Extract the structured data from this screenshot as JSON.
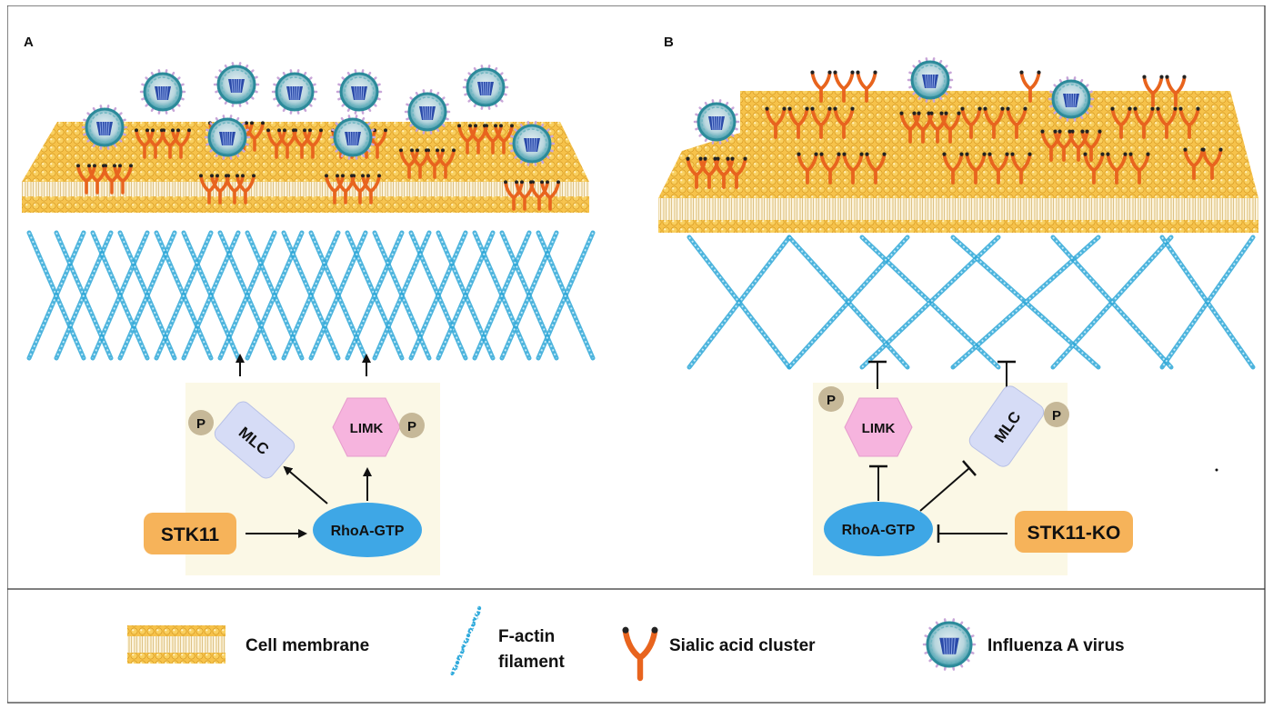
{
  "panels": {
    "a": {
      "label": "A",
      "nodes": {
        "mlc": "MLC",
        "limk": "LIMK",
        "rhoa": "RhoA-GTP",
        "stk11": "STK11",
        "p_mlc": "P",
        "p_limk": "P"
      }
    },
    "b": {
      "label": "B",
      "nodes": {
        "limk": "LIMK",
        "mlc": "MLC",
        "rhoa": "RhoA-GTP",
        "stk11_ko": "STK11-KO",
        "p_limk": "P",
        "p_mlc": "P"
      }
    }
  },
  "legend": {
    "cell_membrane": "Cell membrane",
    "factin_line1": "F-actin",
    "factin_line2": "filament",
    "sialic": "Sialic acid cluster",
    "virus": "Influenza A virus"
  },
  "colors": {
    "membrane": "#f2b630",
    "membrane_dark": "#d4921c",
    "actin": "#2fa8d8",
    "sialic": "#e8641e",
    "virus_outer": "#2b8a9a",
    "virus_core": "#2a4aa8",
    "pathway_bg": "#fbf8e6",
    "mlc_box": "#d6dcf6",
    "limk_box": "#f6b4de",
    "rhoa": "#3ea7e6",
    "stk11": "#f6b35a",
    "p_badge": "#c6b898"
  },
  "icons": [
    "membrane-icon",
    "actin-filament-icon",
    "sialic-acid-icon",
    "influenza-virus-icon",
    "arrow-icon",
    "inhibition-icon"
  ]
}
